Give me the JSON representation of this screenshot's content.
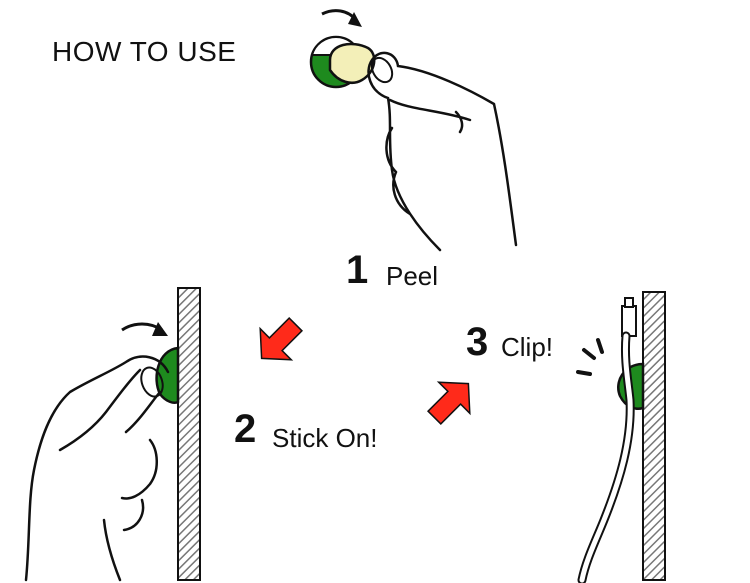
{
  "title": "HOW TO USE",
  "steps": [
    {
      "number": "1",
      "label": "Peel"
    },
    {
      "number": "2",
      "label": "Stick On!"
    },
    {
      "number": "3",
      "label": "Clip!"
    }
  ],
  "colors": {
    "clip_green": "#1e8a1e",
    "adhesive": "#f3efb8",
    "arrow_red": "#ff2a1a",
    "wall_hatch": "#8a8a8a",
    "ink": "#111111"
  }
}
